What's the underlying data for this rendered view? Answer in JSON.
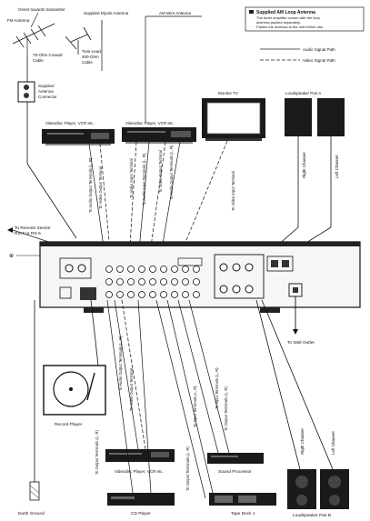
{
  "labels": {
    "orient": "Orient towards transmitter",
    "fm_antenna": "FM Antenna",
    "dipole": "Supplied Dipole Antenna",
    "am_wire": "AM Wire Antenna",
    "coax": "75-Ohm Coaxial Cable",
    "twinlead": "Twin-Lead 300-Ohm Cable",
    "supplied_antenna": "Supplied Antenna Connector",
    "monitor_tv": "Monitor TV",
    "speaker_a": "Loudspeaker Pair A",
    "speaker_b": "Loudspeaker Pair B",
    "vcr_left": "Videodisc Player, VCR etc.",
    "vcr_mid": "Videodisc Player, VCR etc.",
    "vcr_bottom": "Videodisc Player, VCR etc.",
    "remote_sensor": "To Remote Sensor",
    "rs_models": "RS-7 or RS-5",
    "wall_outlet": "To Wall Outlet",
    "record_player": "Record Player",
    "cd_player": "CD Player",
    "tape_deck": "Tape Deck 1",
    "sound_processor": "Sound Processor",
    "earth_ground": "Earth Ground",
    "right_channel": "Right Channel",
    "left_channel": "Left Channel",
    "audio_out_1": "To Audio Output Terminals (L, R)",
    "video_out_1": "To Video Output Terminal",
    "video_in_term": "To Video Input Terminal",
    "audio_in_term": "To Audio Input Terminals (L, R)",
    "video_out_2": "To Video Output Terminal",
    "audio_out_2": "To Audio Output Terminals (L, R)",
    "video_input_tv": "To Video Input Terminal",
    "bottom_audio_out": "To Audio Output Terminals (L, R)",
    "bottom_video_out": "To Video Output Terminal",
    "output_terminals_cd": "To Output Terminals (L, R)",
    "output_terminals_tape": "To Output Terminals (L, R)",
    "input_terminals_tape": "To Input Terminals (L, R)",
    "input_terminals_proc": "To Input Terminals (L, R)",
    "output_terminals_proc": "To Output Terminals (L, R)"
  },
  "legend": {
    "title": "Supplied AM Loop Antenna",
    "note": [
      "The tuner amplifier comes with the loop",
      "antenna packed separately.",
      "Fasten the antenna to the unit before use."
    ],
    "audio": "Audio Signal Path",
    "video": "Video Signal Path"
  }
}
